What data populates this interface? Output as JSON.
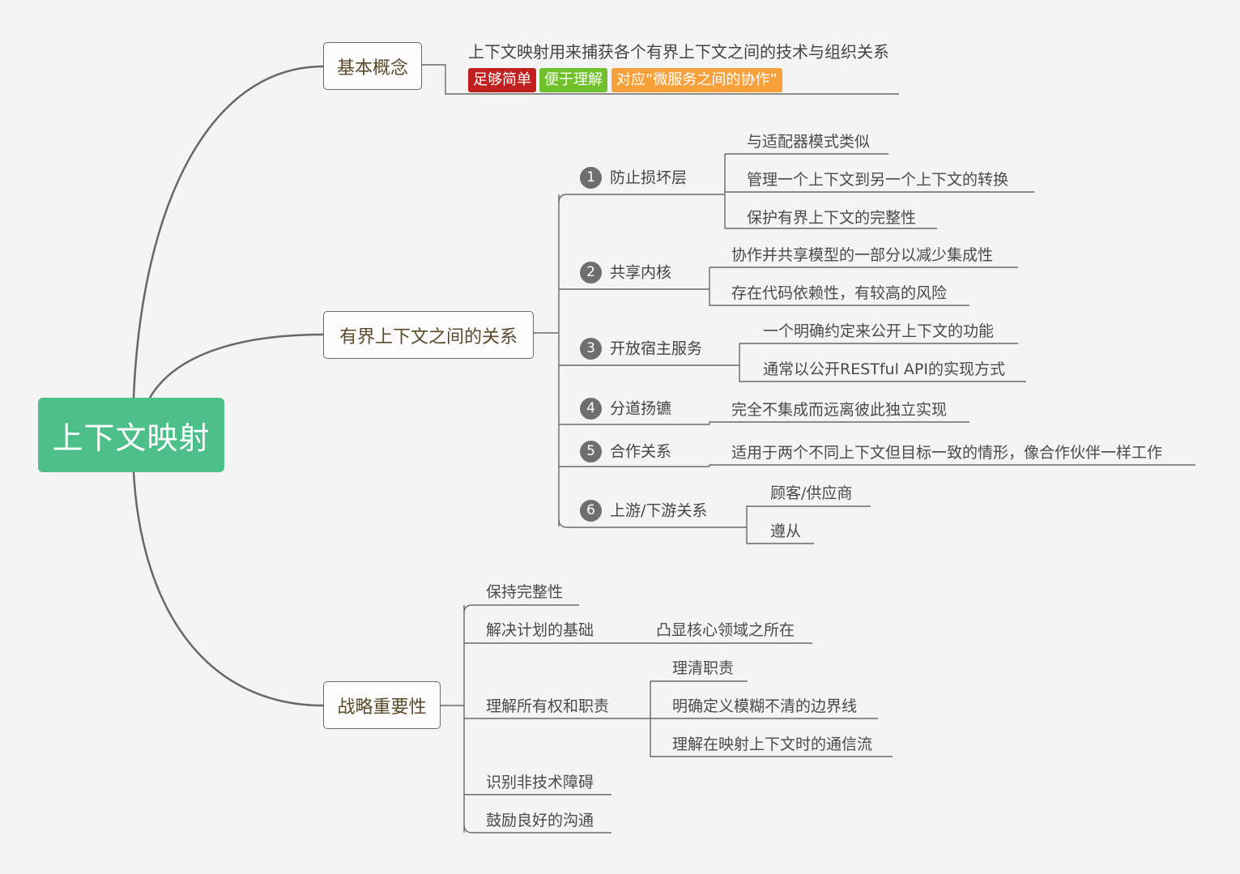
{
  "root": {
    "label": "上下文映射",
    "color": "#4dc089"
  },
  "topics": {
    "basic": {
      "label": "基本概念",
      "description": "上下文映射用来捕获各个有界上下文之间的技术与组织关系",
      "tags": [
        {
          "label": "足够简单",
          "color": "#c0201e"
        },
        {
          "label": "便于理解",
          "color": "#6fc12c"
        },
        {
          "label": "对应“微服务之间的协作”",
          "color": "#f8a13a"
        }
      ]
    },
    "relations": {
      "label": "有界上下文之间的关系",
      "items": [
        {
          "num": "1",
          "label": "防止损坏层",
          "children": [
            "与适配器模式类似",
            "管理一个上下文到另一个上下文的转换",
            "保护有界上下文的完整性"
          ]
        },
        {
          "num": "2",
          "label": "共享内核",
          "children": [
            "协作并共享模型的一部分以减少集成性",
            "存在代码依赖性，有较高的风险"
          ]
        },
        {
          "num": "3",
          "label": "开放宿主服务",
          "children": [
            "一个明确约定来公开上下文的功能",
            "通常以公开RESTful API的实现方式"
          ]
        },
        {
          "num": "4",
          "label": "分道扬镳",
          "children": [
            "完全不集成而远离彼此独立实现"
          ]
        },
        {
          "num": "5",
          "label": "合作关系",
          "children": [
            "适用于两个不同上下文但目标一致的情形，像合作伙伴一样工作"
          ]
        },
        {
          "num": "6",
          "label": "上游/下游关系",
          "children": [
            "顾客/供应商",
            "遵从"
          ]
        }
      ]
    },
    "strategy": {
      "label": "战略重要性",
      "items": [
        {
          "label": "保持完整性",
          "children": []
        },
        {
          "label": "解决计划的基础",
          "children": [
            "凸显核心领域之所在"
          ]
        },
        {
          "label": "理解所有权和职责",
          "children": [
            "理清职责",
            "明确定义模糊不清的边界线",
            "理解在映射上下文时的通信流"
          ]
        },
        {
          "label": "识别非技术障碍",
          "children": []
        },
        {
          "label": "鼓励良好的沟通",
          "children": []
        }
      ]
    }
  },
  "colors": {
    "line": "#6a6a6a",
    "background": "#f4f4f4",
    "box_text": "#5a4a2a"
  }
}
